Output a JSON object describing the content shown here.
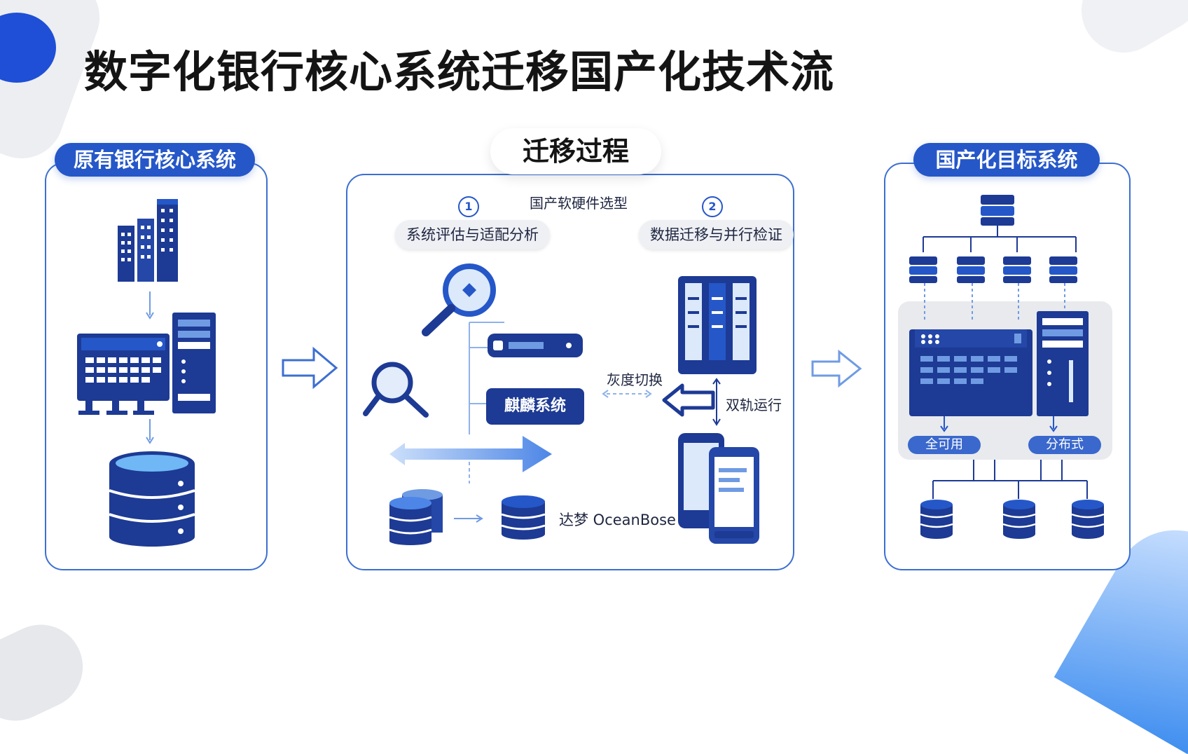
{
  "title": "数字化银行核心系统迁移国产化技术流",
  "left_panel": {
    "label": "原有银行核心系统"
  },
  "middle_panel": {
    "label": "迁移过程",
    "top_caption": "国产软硬件选型",
    "step1": {
      "number": "1",
      "label": "系统评估与适配分析"
    },
    "step2": {
      "number": "2",
      "label": "数据迁移与并行检证"
    },
    "kylin_label": "麒麟系统",
    "gray_switch_label": "灰度切换",
    "dual_track_label": "双轨运行",
    "db_label": "达梦 OceanBose"
  },
  "right_panel": {
    "label": "国产化目标系统",
    "tag_available": "全可用",
    "tag_distributed": "分布式"
  },
  "colors": {
    "primary": "#2557c8",
    "dark_navy": "#1d3a94",
    "panel_border": "#3c6fd1",
    "light_blue": "#7fb0ef"
  }
}
